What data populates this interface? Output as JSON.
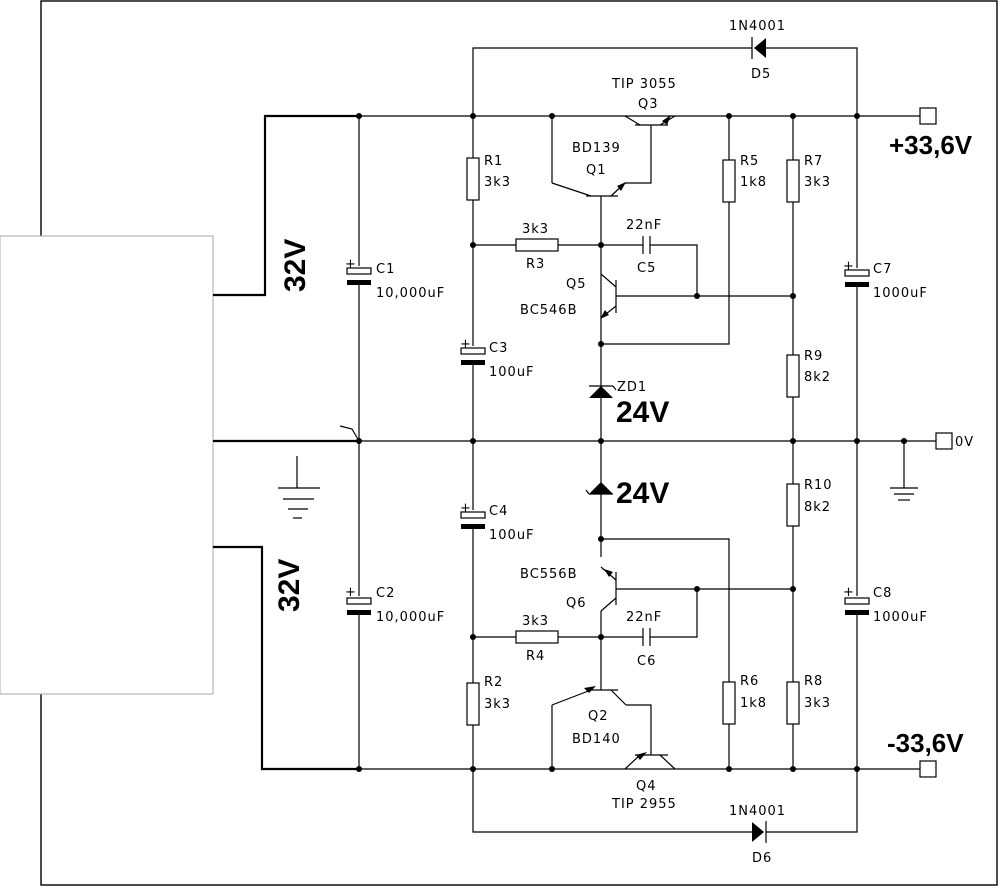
{
  "diode_d5": {
    "part": "1N4001",
    "ref": "D5"
  },
  "diode_d6": {
    "part": "1N4001",
    "ref": "D6"
  },
  "q3": {
    "ref": "Q3",
    "part": "TIP 3055"
  },
  "q1": {
    "ref": "Q1",
    "part": "BD139"
  },
  "q5": {
    "ref": "Q5",
    "part": "BC546B"
  },
  "q6": {
    "ref": "Q6",
    "part": "BC556B"
  },
  "q2": {
    "ref": "Q2",
    "part": "BD140"
  },
  "q4": {
    "ref": "Q4",
    "part": "TIP 2955"
  },
  "r1": {
    "ref": "R1",
    "value": "3k3"
  },
  "r2": {
    "ref": "R2",
    "value": "3k3"
  },
  "r3": {
    "ref": "R3",
    "value": "3k3"
  },
  "r4": {
    "ref": "R4",
    "value": "3k3"
  },
  "r5": {
    "ref": "R5",
    "value": "1k8"
  },
  "r6": {
    "ref": "R6",
    "value": "1k8"
  },
  "r7": {
    "ref": "R7",
    "value": "3k3"
  },
  "r8": {
    "ref": "R8",
    "value": "3k3"
  },
  "r9": {
    "ref": "R9",
    "value": "8k2"
  },
  "r10": {
    "ref": "R10",
    "value": "8k2"
  },
  "c1": {
    "ref": "C1",
    "value": "10,000uF"
  },
  "c2": {
    "ref": "C2",
    "value": "10,000uF"
  },
  "c3": {
    "ref": "C3",
    "value": "100uF"
  },
  "c4": {
    "ref": "C4",
    "value": "100uF"
  },
  "c5": {
    "ref": "C5",
    "value": "22nF"
  },
  "c6": {
    "ref": "C6",
    "value": "22nF"
  },
  "c7": {
    "ref": "C7",
    "value": "1000uF"
  },
  "c8": {
    "ref": "C8",
    "value": "1000uF"
  },
  "zd1": {
    "ref": "ZD1",
    "voltage": "24V"
  },
  "zd2": {
    "voltage": "24V"
  },
  "transformer": {
    "upper_voltage": "32V",
    "lower_voltage": "32V"
  },
  "outputs": {
    "positive": "+33,6V",
    "zero": "0V",
    "negative": "-33,6V"
  },
  "polarity": {
    "plus": "+"
  }
}
